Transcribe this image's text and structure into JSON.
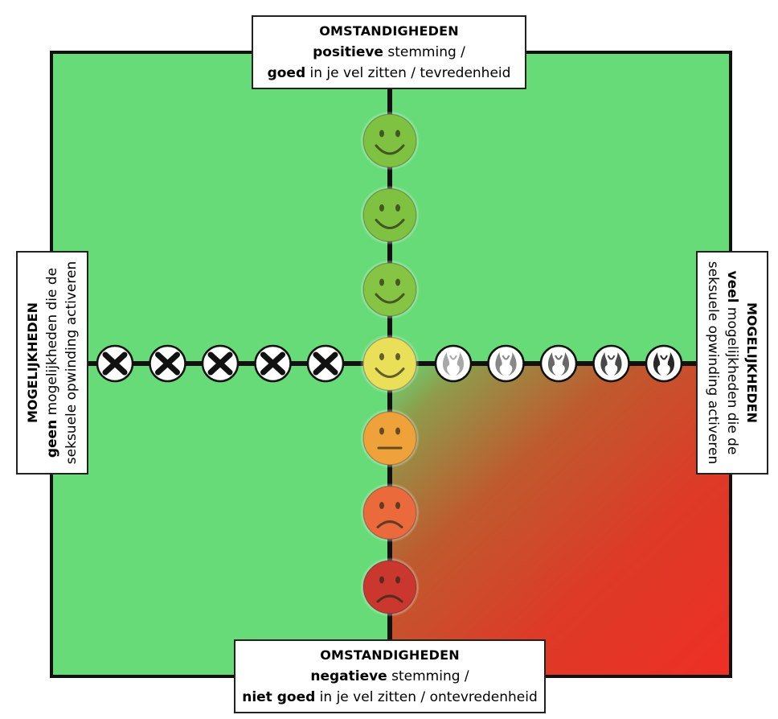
{
  "top": {
    "title": "OMSTANDIGHEDEN",
    "line2_bold": "positieve",
    "line2_rest": " stemming /",
    "line3_bold": "goed",
    "line3_rest": " in je vel zitten / tevredenheid"
  },
  "bottom": {
    "title": "OMSTANDIGHEDEN",
    "line2_bold": "negatieve",
    "line2_rest": " stemming /",
    "line3_bold": "niet goed",
    "line3_rest": " in je vel zitten / ontevredenheid"
  },
  "left": {
    "title": "MOGELIJKHEDEN",
    "line2_bold": "geen",
    "line2_rest": " mogelijkheden die de",
    "line3": "seksuele opwinding activeren"
  },
  "right": {
    "title": "MOGELIJKHEDEN",
    "line2_bold": "veel",
    "line2_rest": " mogelijkheden die de",
    "line3": "seksuele opwinding activeren"
  },
  "colors": {
    "background_green": "#66db78",
    "danger_red": "#e8302a",
    "frame": "#111111",
    "smiley_happy": "#7fc241",
    "smiley_neutral_yellow": "#eadf58",
    "smiley_orange": "#f0a23a",
    "smiley_red_orange": "#ea6a3c",
    "smiley_red": "#c9372f"
  },
  "vertical_scale": [
    {
      "mood": "happy",
      "color": "#7fc241"
    },
    {
      "mood": "happy",
      "color": "#7fc241"
    },
    {
      "mood": "happy",
      "color": "#86c444"
    },
    {
      "mood": "happy",
      "color": "#eadf58"
    },
    {
      "mood": "neutral",
      "color": "#f0a23a"
    },
    {
      "mood": "sad",
      "color": "#ea6a3c"
    },
    {
      "mood": "sad",
      "color": "#c9372f"
    }
  ],
  "horizontal_left_icons": [
    "x-mark-icon",
    "x-mark-icon",
    "x-mark-icon",
    "x-mark-icon",
    "x-mark-icon"
  ],
  "horizontal_right_icons": [
    {
      "icon": "flame-icon",
      "intensity": 0.2
    },
    {
      "icon": "flame-icon",
      "intensity": 0.4
    },
    {
      "icon": "flame-icon",
      "intensity": 0.6
    },
    {
      "icon": "flame-icon",
      "intensity": 0.8
    },
    {
      "icon": "flame-icon",
      "intensity": 1.0
    }
  ]
}
